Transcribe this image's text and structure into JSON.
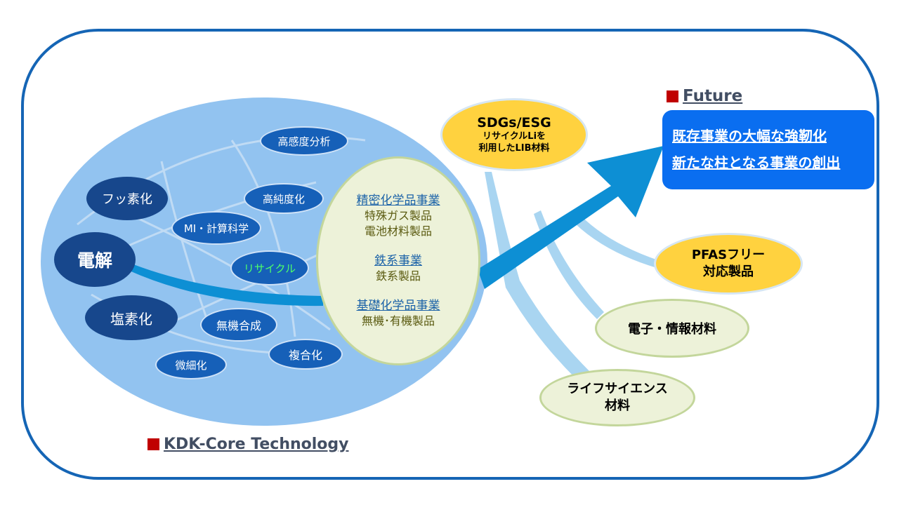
{
  "future": {
    "heading": "Future",
    "lines": [
      "既存事業の大幅な強靭化",
      "新たな柱となる事業の創出"
    ]
  },
  "core": {
    "heading": "KDK-Core Technology"
  },
  "tech_nodes": {
    "kokando": "高感度分析",
    "fusso": "フッ素化",
    "kojundo": "高純度化",
    "mi": "MI・計算科学",
    "denkai": "電解",
    "recycle": "リサイクル",
    "ensoka": "塩素化",
    "muki": "無機合成",
    "fukugo": "複合化",
    "biseki": "微細化"
  },
  "business": {
    "seimitsu": {
      "title": "精密化学品事業",
      "items": [
        "特殊ガス製品",
        "電池材料製品"
      ]
    },
    "tekkei": {
      "title": "鉄系事業",
      "items": [
        "鉄系製品"
      ]
    },
    "kiso": {
      "title": "基礎化学品事業",
      "items": [
        "無機･有機製品"
      ]
    }
  },
  "outputs": {
    "sdgs": {
      "title": "SDGs/ESG",
      "line1": "リサイクルLiを",
      "line2": "利用したLIB材料"
    },
    "pfas": {
      "line1": "PFASフリー",
      "line2": "対応製品"
    },
    "denshi": {
      "line1": "電子・情報材料"
    },
    "life": {
      "line1": "ライフサイエンス",
      "line2": "材料"
    }
  },
  "colors": {
    "frame": "#1565b5",
    "core_ellipse": "#92c3f0",
    "dark_node": "#17478c",
    "mid_node": "#1660b8",
    "yellow": "#ffd23f",
    "green_fill": "#edf2d9",
    "arrow": "#0d8fd4",
    "future_box": "#0a6ef0",
    "marker": "#c00000"
  }
}
